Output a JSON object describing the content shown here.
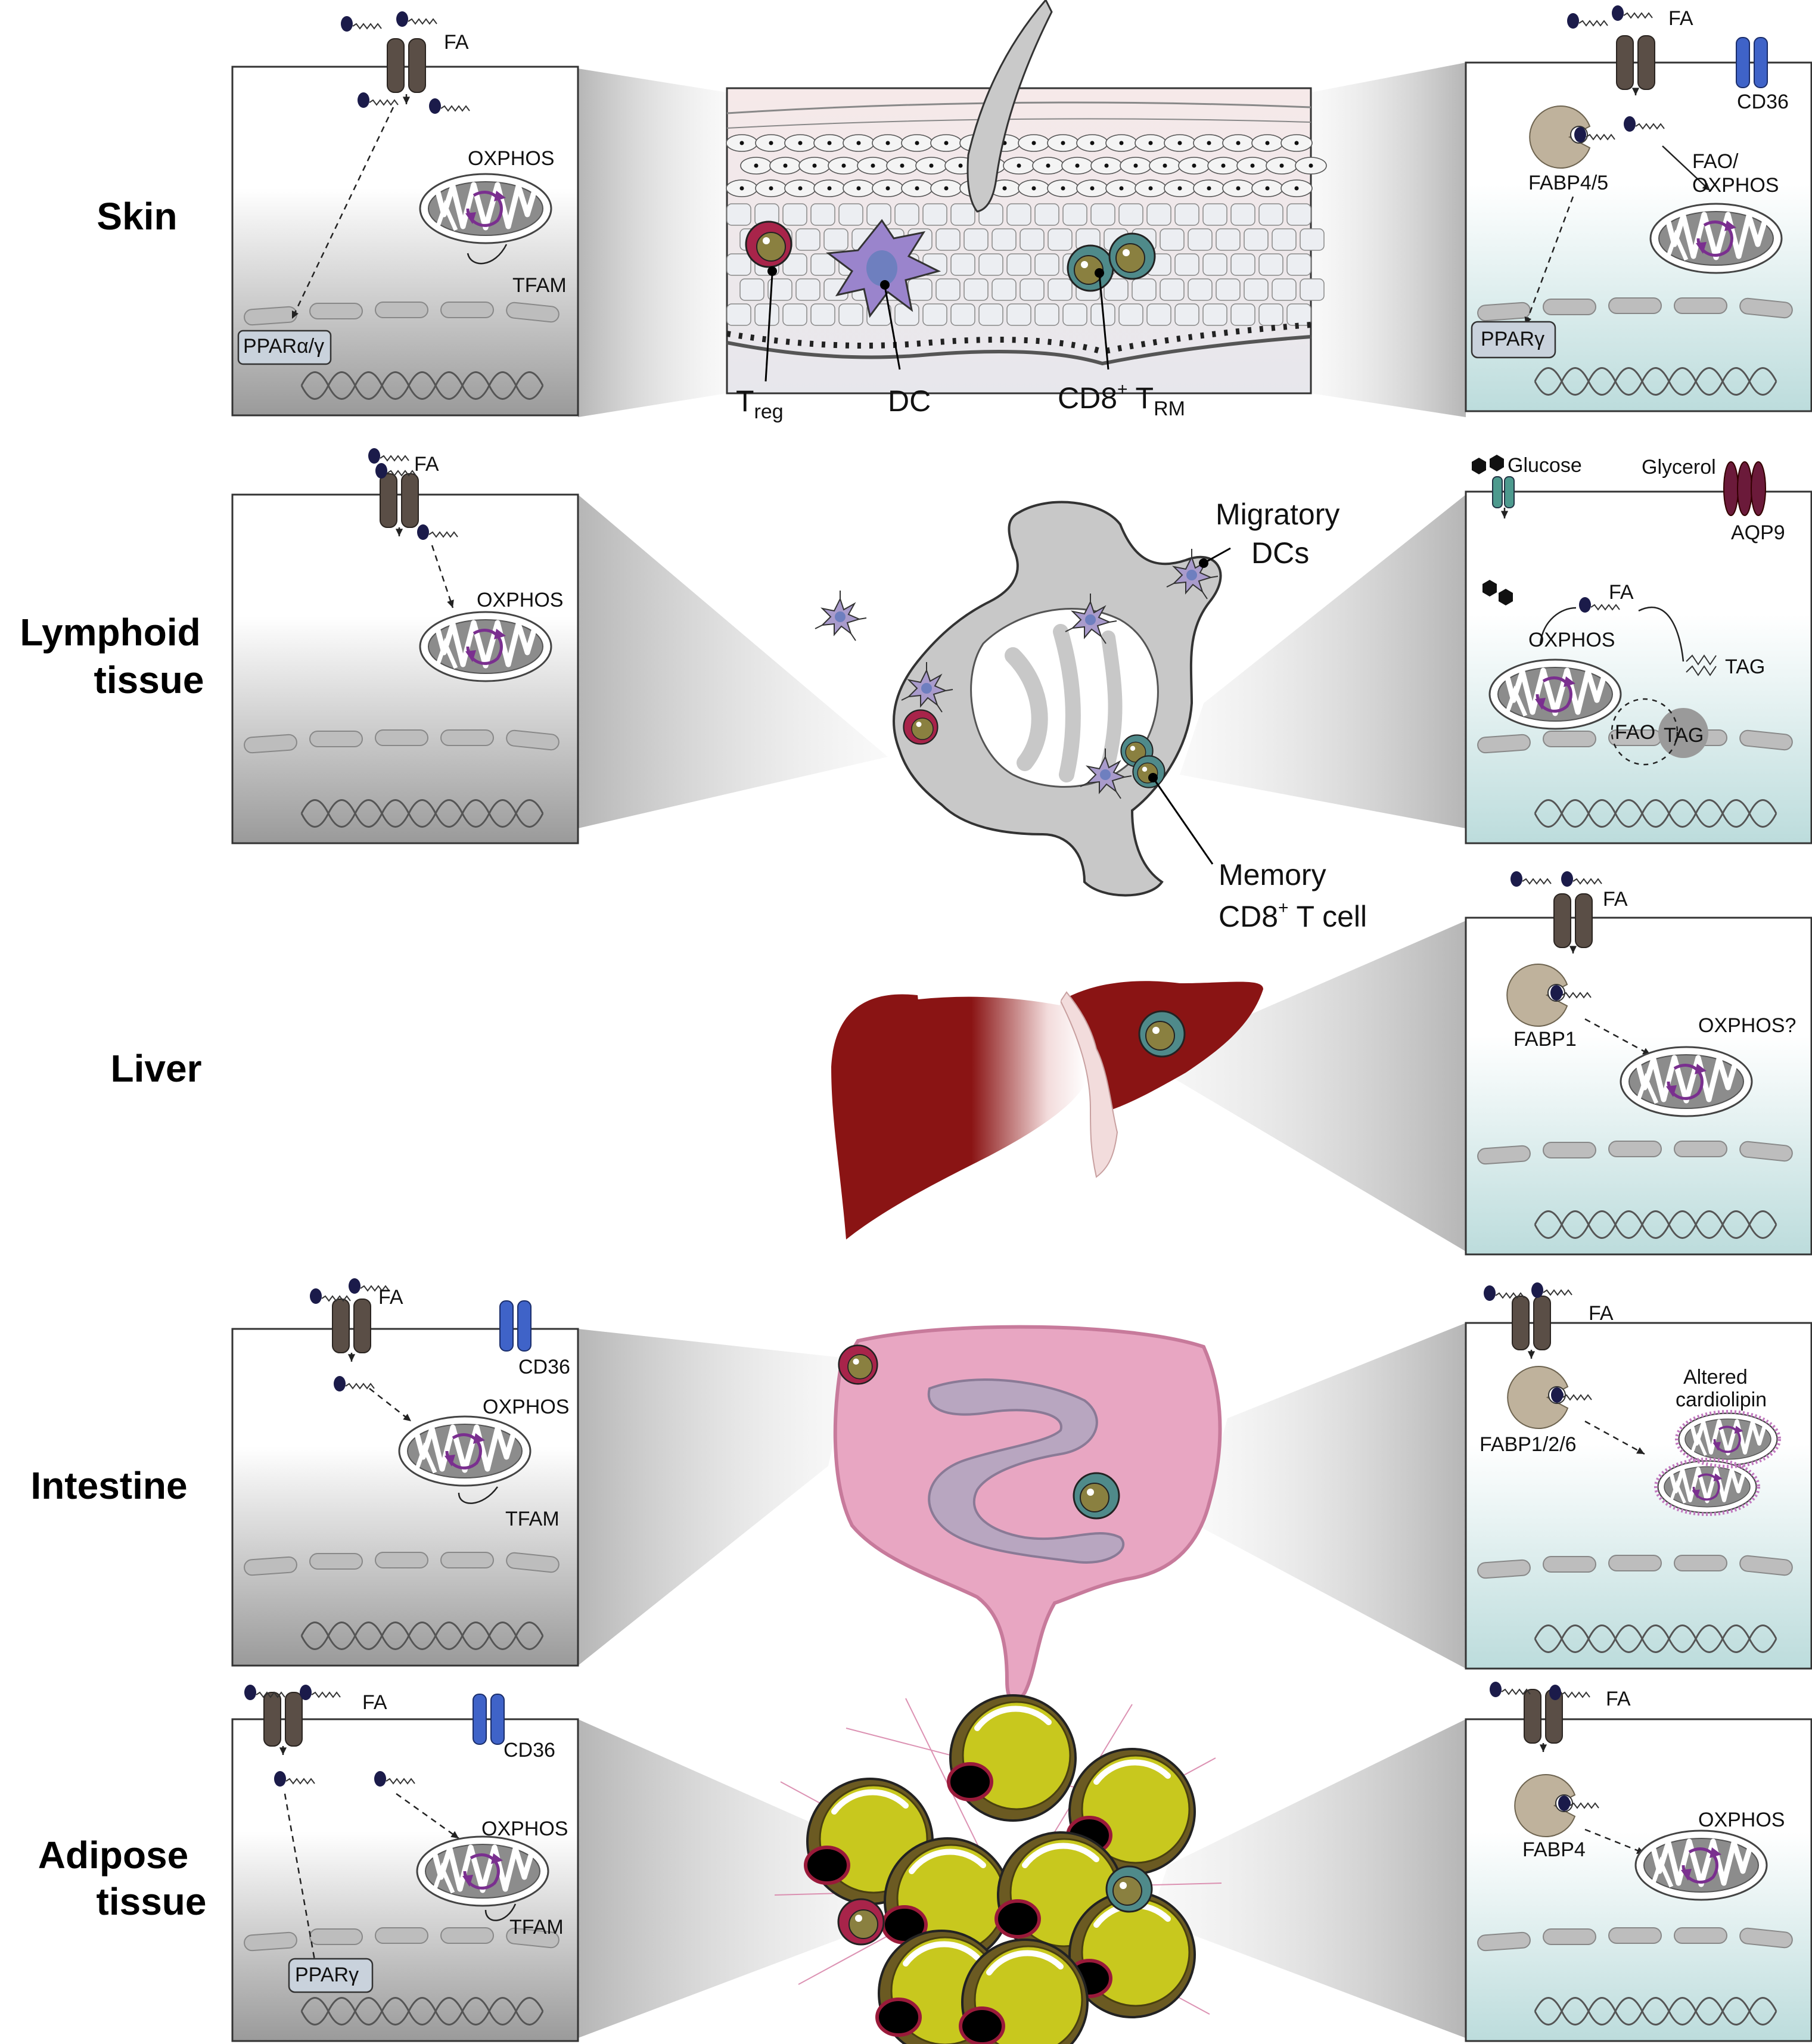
{
  "tissues": {
    "skin": "Skin",
    "lymphoid_1": "Lymphoid",
    "lymphoid_2": "tissue",
    "liver": "Liver",
    "intestine": "Intestine",
    "adipose_1": "Adipose",
    "adipose_2": "tissue"
  },
  "skin_center": {
    "treg_T": "T",
    "treg_sub": "reg",
    "dc": "DC",
    "cd8": "CD8",
    "cd8_sup": "+",
    "cd8_T": " T",
    "cd8_sub": "RM"
  },
  "lymph_center": {
    "migratory_1": "Migratory",
    "migratory_2": "DCs",
    "memory_1": "Memory",
    "memory_2": "CD8",
    "memory_sup": "+",
    "memory_3": " T cell"
  },
  "panels": {
    "skin_left": {
      "fa": "FA",
      "oxphos": "OXPHOS",
      "tfam": "TFAM",
      "ppar": "PPARα/γ"
    },
    "skin_right": {
      "fa": "FA",
      "cd36": "CD36",
      "fabp": "FABP4/5",
      "fao_1": "FAO/",
      "fao_2": "OXPHOS",
      "ppar": "PPARγ"
    },
    "lymph_left": {
      "fa": "FA",
      "oxphos": "OXPHOS"
    },
    "lymph_right": {
      "glucose": "Glucose",
      "glycerol": "Glycerol",
      "aqp9": "AQP9",
      "fa": "FA",
      "oxphos": "OXPHOS",
      "tag": "TAG",
      "fao": "FAO",
      "tag2": "TAG"
    },
    "liver_right": {
      "fa": "FA",
      "fabp": "FABP1",
      "oxphos": "OXPHOS?"
    },
    "int_left": {
      "fa": "FA",
      "cd36": "CD36",
      "oxphos": "OXPHOS",
      "tfam": "TFAM"
    },
    "int_right": {
      "fa": "FA",
      "fabp": "FABP1/2/6",
      "altered_1": "Altered",
      "altered_2": "cardiolipin"
    },
    "adi_left": {
      "fa": "FA",
      "cd36": "CD36",
      "oxphos": "OXPHOS",
      "tfam": "TFAM",
      "ppar": "PPARγ"
    },
    "adi_right": {
      "fa": "FA",
      "fabp": "FABP4",
      "oxphos": "OXPHOS"
    }
  },
  "colors": {
    "receptor": "#5a4e46",
    "cd36": "#3f63c8",
    "fatty_acid": "#1b1b4a",
    "fabp": "#bfb29c",
    "mito_accent": "#7a2f8f",
    "glucose_transporter": "#4d9a8e",
    "aqp9": "#6b1a3a",
    "liver": "#8a1414",
    "intestine": "#e8a6c2",
    "small_intestine": "#b8a6c0",
    "adipocyte": "#c8c81e",
    "treg": "#a8244a",
    "cd8_trm": "#4f8a8a",
    "dc": "#8a74c0",
    "lymph_node": "#c8c8c8"
  }
}
